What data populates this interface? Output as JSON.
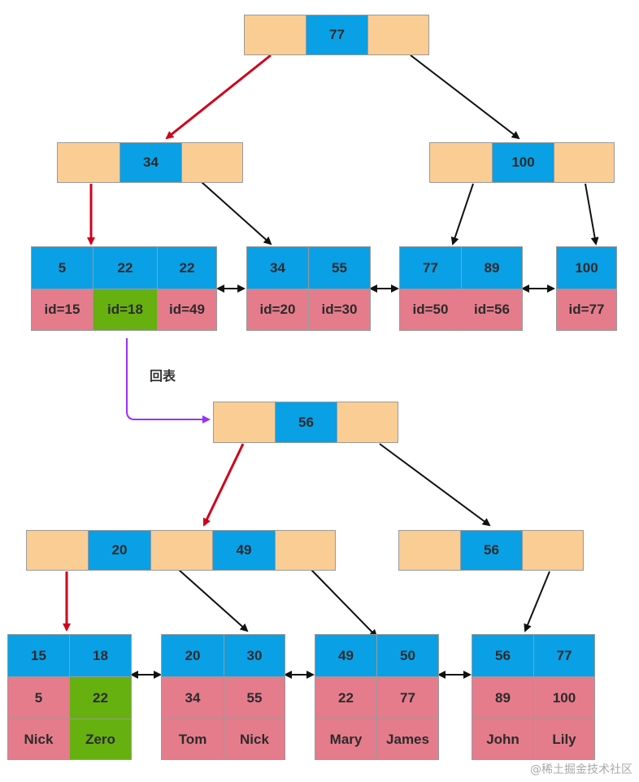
{
  "colors": {
    "key_cell": "#0aa0e6",
    "pointer_cell": "#facd94",
    "value_cell": "#e57c8c",
    "highlight_cell": "#66b010",
    "search_path_arrow": "#d0021b",
    "pointer_arrow": "#111111",
    "lookup_arrow": "#9b30ff"
  },
  "secondary_index": {
    "root": {
      "keys": [
        "77"
      ]
    },
    "internal": [
      {
        "keys": [
          "34"
        ]
      },
      {
        "keys": [
          "100"
        ]
      }
    ],
    "leaves": [
      {
        "keys": [
          "5",
          "22",
          "22"
        ],
        "values": [
          "id=15",
          "id=18",
          "id=49"
        ]
      },
      {
        "keys": [
          "34",
          "55"
        ],
        "values": [
          "id=20",
          "id=30"
        ]
      },
      {
        "keys": [
          "77",
          "89"
        ],
        "values": [
          "id=50",
          "id=56"
        ]
      },
      {
        "keys": [
          "100"
        ],
        "values": [
          "id=77"
        ]
      }
    ],
    "highlight": "id=18"
  },
  "lookup_label": "回表",
  "clustered_index": {
    "root": {
      "keys": [
        "56"
      ]
    },
    "internal": [
      {
        "keys": [
          "20",
          "49"
        ]
      },
      {
        "keys": [
          "56"
        ]
      }
    ],
    "leaves": [
      {
        "keys": [
          "15",
          "18"
        ],
        "values": [
          "5",
          "22"
        ],
        "names": [
          "Nick",
          "Zero"
        ]
      },
      {
        "keys": [
          "20",
          "30"
        ],
        "values": [
          "34",
          "55"
        ],
        "names": [
          "Tom",
          "Nick"
        ]
      },
      {
        "keys": [
          "49",
          "50"
        ],
        "values": [
          "22",
          "77"
        ],
        "names": [
          "Mary",
          "James"
        ]
      },
      {
        "keys": [
          "56",
          "77"
        ],
        "values": [
          "89",
          "100"
        ],
        "names": [
          "John",
          "Lily"
        ]
      }
    ],
    "highlight_column": "18"
  },
  "watermark": "@稀土掘金技术社区"
}
